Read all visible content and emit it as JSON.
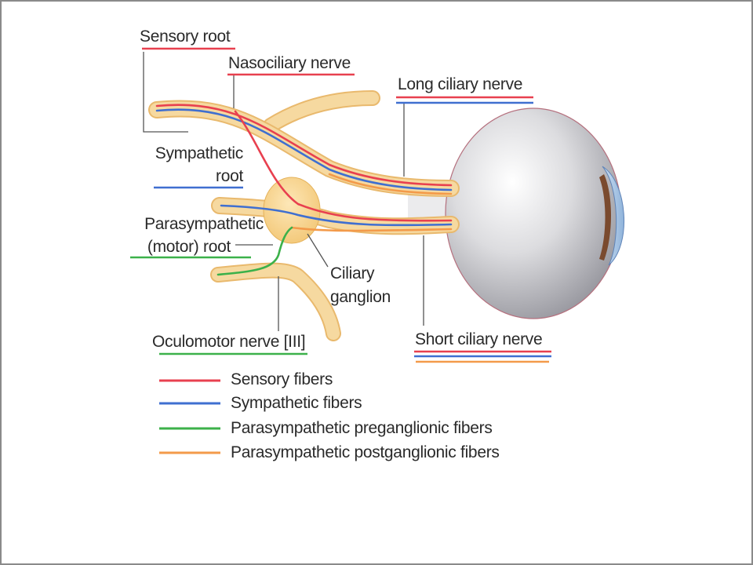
{
  "labels": {
    "sensory_root": "Sensory root",
    "nasociliary_nerve": "Nasociliary nerve",
    "long_ciliary_nerve": "Long ciliary nerve",
    "sympathetic_root_line1": "Sympathetic",
    "sympathetic_root_line2": "root",
    "parasympathetic_root_line1": "Parasympathetic",
    "parasympathetic_root_line2": "(motor) root",
    "ciliary_ganglion_line1": "Ciliary",
    "ciliary_ganglion_line2": "ganglion",
    "short_ciliary_nerve": "Short ciliary nerve",
    "oculomotor_nerve": "Oculomotor nerve [III]"
  },
  "legend": [
    {
      "label": "Sensory fibers",
      "color": "#e8404f"
    },
    {
      "label": "Sympathetic fibers",
      "color": "#3f6fd0"
    },
    {
      "label": "Parasympathetic preganglionic fibers",
      "color": "#3cb14a"
    },
    {
      "label": "Parasympathetic postganglionic fibers",
      "color": "#f39a4a"
    }
  ],
  "colors": {
    "sensory": "#e8404f",
    "sympathetic": "#3f6fd0",
    "preganglionic": "#3cb14a",
    "postganglionic": "#f39a4a",
    "nerve": "#f6d9a0",
    "nerve_edge": "#e9b96d",
    "ganglion": "#f8d996",
    "eyeball": "#d9d9db"
  }
}
